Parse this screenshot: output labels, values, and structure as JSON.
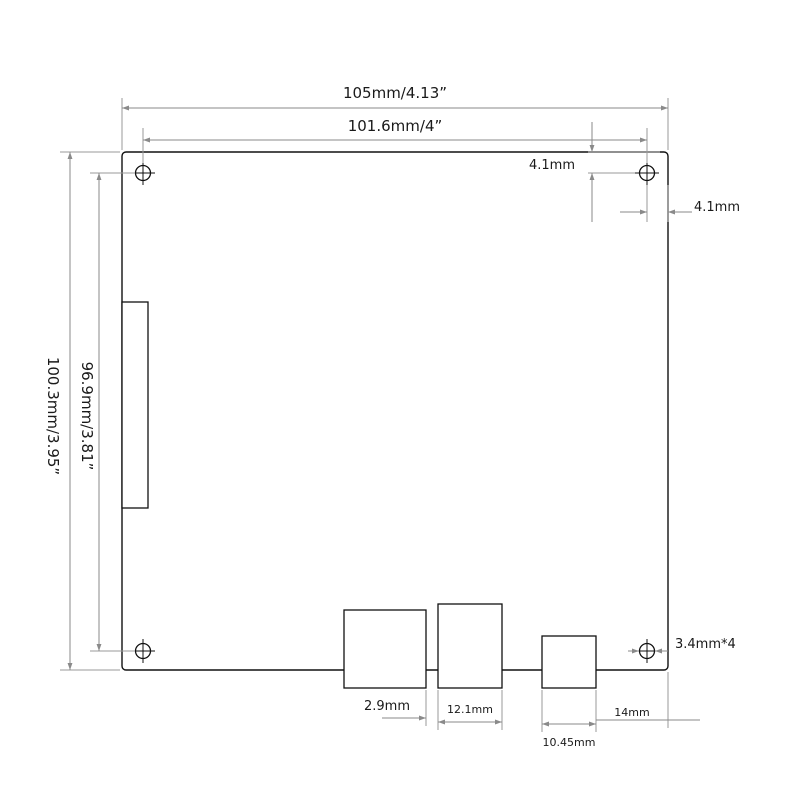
{
  "dimensions": {
    "board_width": "105mm/4.13”",
    "hole_spacing_x": "101.6mm/4”",
    "board_height": "100.3mm/3.95”",
    "hole_spacing_y": "96.9mm/3.81”",
    "hole_offset_top": "4.1mm",
    "hole_offset_right": "4.1mm",
    "hole_diameter": "3.4mm*4",
    "port1_protrusion": "2.9mm",
    "port2_protrusion": "12.1mm",
    "port3_width": "10.45mm",
    "port3_offset_right": "14mm"
  }
}
